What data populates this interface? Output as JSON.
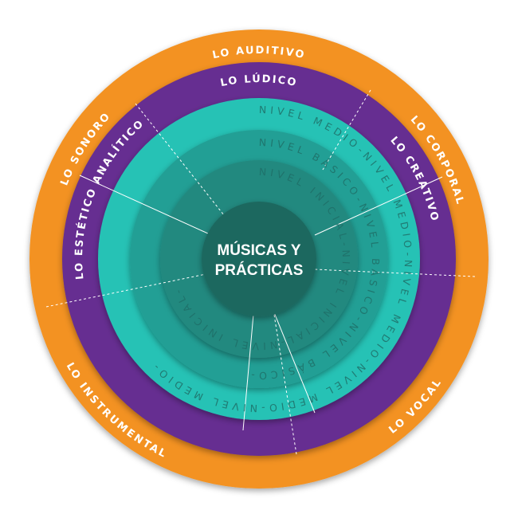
{
  "colors": {
    "outer_ring": "#f39220",
    "middle_ring": "#662d91",
    "medio_ring": "#27c2b5",
    "basico_ring": "#239f95",
    "inicial_ring": "#24897f",
    "center_disc": "#1e675f"
  },
  "center": {
    "line1": "MÚSICAS Y",
    "line2": "PRÁCTICAS"
  },
  "levels": {
    "medio": "NIVEL MEDIO-NIVEL MEDIO-NIVEL MEDIO-NIVEL MEDIO-NIVEL MEDIO-",
    "basico": "NIVEL BÁSICO-NIVEL BÁSICO-NIVEL BÁSICO-",
    "inicial": "NIVEL INICIAL-NIVEL INICIAL-NIVEL INICIAL-"
  },
  "dimensions": {
    "auditivo": "LO AUDITIVO",
    "ludico": "LO LÚDICO",
    "corporal": "LO CORPORAL",
    "creativo": "LO CREATIVO",
    "vocal": "LO VOCAL",
    "instrumental": "LO INSTRUMENTAL",
    "estetico": "LO ESTÉTICO ANALÍTICO",
    "sonoro": "LO SONORO"
  }
}
